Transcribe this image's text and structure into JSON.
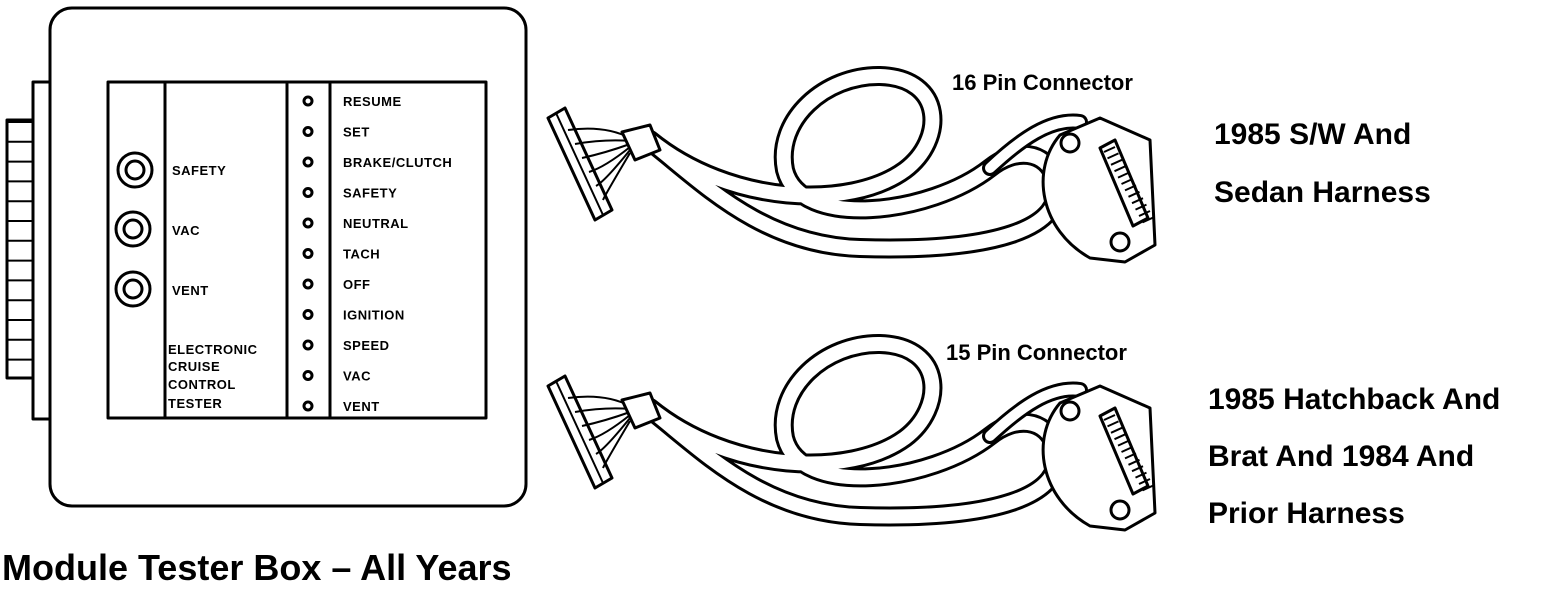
{
  "tester": {
    "left_labels": [
      "SAFETY",
      "VAC",
      "VENT"
    ],
    "title_lines": [
      "ELECTRONIC",
      "CRUISE",
      "CONTROL",
      "TESTER"
    ],
    "indicators": [
      "RESUME",
      "SET",
      "BRAKE/CLUTCH",
      "SAFETY",
      "NEUTRAL",
      "TACH",
      "OFF",
      "IGNITION",
      "SPEED",
      "VAC",
      "VENT"
    ],
    "caption": "Module Tester Box – All Years"
  },
  "harness_top": {
    "connector_label": "16 Pin Connector",
    "description_lines": [
      "1985 S/W And",
      "Sedan Harness"
    ]
  },
  "harness_bottom": {
    "connector_label": "15 Pin Connector",
    "description_lines": [
      "1985 Hatchback And",
      "Brat And 1984 And",
      "Prior Harness"
    ]
  }
}
